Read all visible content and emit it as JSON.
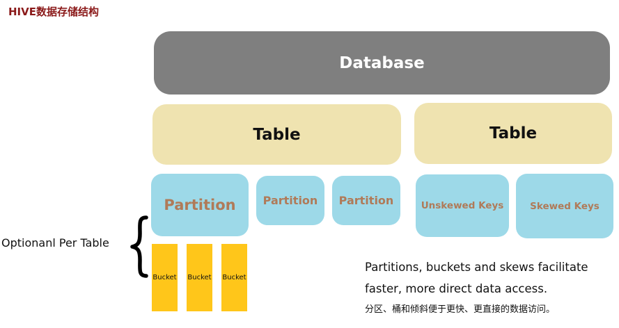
{
  "title": "HIVE数据存储结构",
  "nodes": {
    "database": "Database",
    "table_left": "Table",
    "table_right": "Table",
    "partitions": [
      "Partition",
      "Partition",
      "Partition"
    ],
    "unskewed": "Unskewed Keys",
    "skewed": "Skewed Keys",
    "buckets": [
      "Bucket",
      "Bucket",
      "Bucket"
    ]
  },
  "brace_label": "Optionanl Per Table",
  "description": {
    "line1": "Partitions, buckets and skews facilitate",
    "line2": "faster, more direct data access.",
    "chinese": "分区、桶和倾斜便于更快、更直接的数据访问。"
  },
  "colors": {
    "database": "#7f7f7f",
    "table": "#efe3b0",
    "partition": "#9dd9e8",
    "bucket": "#ffc61a",
    "title": "#8b1a1a"
  }
}
